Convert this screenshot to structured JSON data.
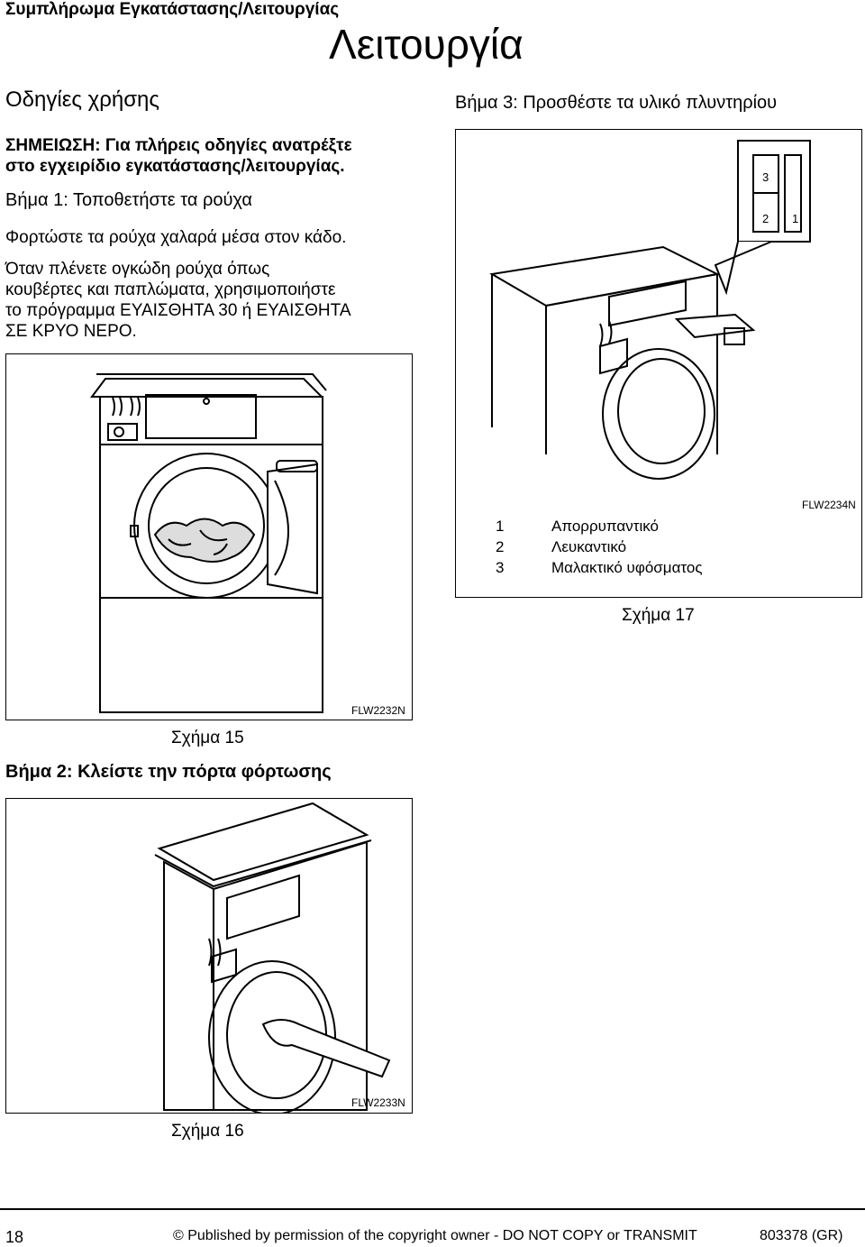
{
  "header": {
    "running_title": "Συμπλήρωμα Εγκατάστασης/Λειτουργίας",
    "section_title": "Λειτουργία"
  },
  "left": {
    "heading": "Οδηγίες χρήσης",
    "note": [
      "ΣΗΜΕΙΩΣΗ: Για πλήρεις οδηγίες ανατρέξτε",
      "στο εγχειρίδιο εγκατάστασης/λειτουργίας."
    ],
    "step1_title": "Βήμα 1: Τοποθετήστε τα ρούχα",
    "step1_p1": "Φορτώστε τα ρούχα χαλαρά μέσα στον κάδο.",
    "step1_p2": [
      "Όταν πλένετε ογκώδη ρούχα όπως",
      "κουβέρτες και παπλώματα, χρησιμοποιήστε",
      "το πρόγραμμα ΕΥΑΙΣΘΗΤΑ 30 ή ΕΥΑΙΣΘΗΤΑ",
      "ΣΕ ΚΡΥΟ ΝΕΡΟ."
    ],
    "fig15_id": "FLW2232N",
    "fig15_caption": "Σχήμα 15",
    "step2_title": "Βήμα 2: Κλείστε την πόρτα φόρτωσης",
    "fig16_id": "FLW2233N",
    "fig16_caption": "Σχήμα 16"
  },
  "right": {
    "step3_title": "Βήμα 3: Προσθέστε τα υλικό πλυντηρίου",
    "compartments": [
      "3",
      "2",
      "1"
    ],
    "fig17_id": "FLW2234N",
    "legend": [
      {
        "num": "1",
        "label": "Απορρυπαντικό"
      },
      {
        "num": "2",
        "label": "Λευκαντικό"
      },
      {
        "num": "3",
        "label": "Μαλακτικό υφόσματος"
      }
    ],
    "fig17_caption": "Σχήμα 17"
  },
  "footer": {
    "page_number": "18",
    "copyright": "© Published by permission of the copyright owner - DO NOT COPY or TRANSMIT",
    "doc_number": "803378 (GR)"
  }
}
